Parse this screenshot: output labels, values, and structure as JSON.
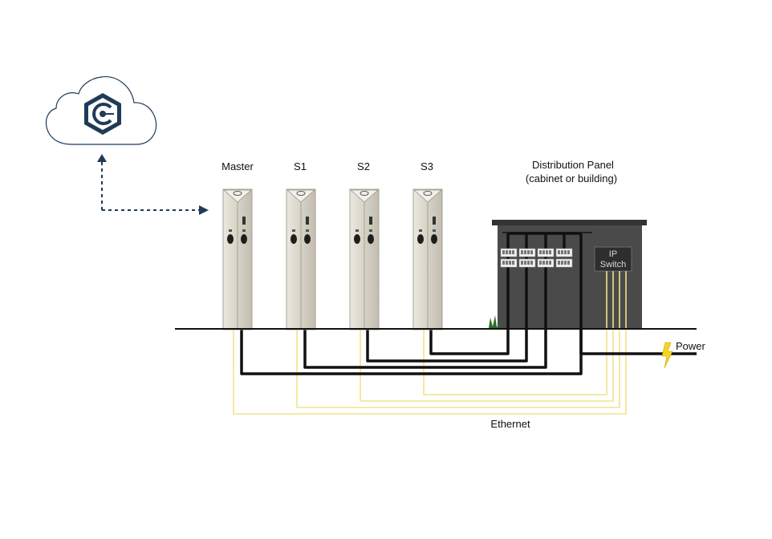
{
  "labels": {
    "master": "Master",
    "s1": "S1",
    "s2": "S2",
    "s3": "S3",
    "panel_line1": "Distribution Panel",
    "panel_line2": "(cabinet or building)",
    "ip_line1": "IP",
    "ip_line2": "Switch",
    "power": "Power",
    "ethernet": "Ethernet"
  },
  "icons": {
    "cloud": "cloud-icon",
    "brand": "hexagon-plug-logo-icon",
    "power": "lightning-bolt-icon",
    "grass": "grass-tuft-icon"
  },
  "colors": {
    "cloud_outline": "#1f3b57",
    "logo": "#1f3b57",
    "connection_arrow": "#1f3b57",
    "charger_body": "#d8d4c8",
    "charger_edge": "#a8a296",
    "cabinet": "#4a4a4a",
    "cabinet_roof": "#333333",
    "power_cable": "#111111",
    "ethernet_cable": "#f2e38a",
    "lightning": "#f5d327",
    "ground": "#111111"
  }
}
